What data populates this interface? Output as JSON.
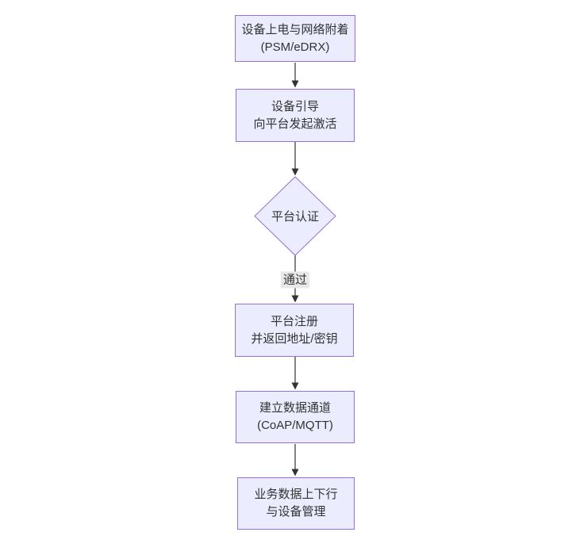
{
  "diagram": {
    "type": "flowchart",
    "direction": "top-down",
    "colors": {
      "canvas_bg": "#ffffff",
      "node_fill": "#ECECFF",
      "node_border": "#9370DB",
      "arrow_color": "#333333",
      "label_bg": "#e8e8e8",
      "text_color": "#333333"
    },
    "nodes": [
      {
        "id": "power-attach",
        "shape": "rect",
        "lines": [
          "设备上电与网络附着",
          "(PSM/eDRX)"
        ]
      },
      {
        "id": "bootstrap",
        "shape": "rect",
        "lines": [
          "设备引导",
          "向平台发起激活"
        ]
      },
      {
        "id": "platform-auth",
        "shape": "diamond",
        "lines": [
          "平台认证"
        ]
      },
      {
        "id": "platform-register",
        "shape": "rect",
        "lines": [
          "平台注册",
          "并返回地址/密钥"
        ]
      },
      {
        "id": "data-channel",
        "shape": "rect",
        "lines": [
          "建立数据通道",
          "(CoAP/MQTT)"
        ]
      },
      {
        "id": "business-data",
        "shape": "rect",
        "lines": [
          "业务数据上下行",
          "与设备管理"
        ]
      }
    ],
    "edges": [
      {
        "from": "power-attach",
        "to": "bootstrap",
        "label": ""
      },
      {
        "from": "bootstrap",
        "to": "platform-auth",
        "label": ""
      },
      {
        "from": "platform-auth",
        "to": "platform-register",
        "label": "通过"
      },
      {
        "from": "platform-register",
        "to": "data-channel",
        "label": ""
      },
      {
        "from": "data-channel",
        "to": "business-data",
        "label": ""
      }
    ]
  }
}
